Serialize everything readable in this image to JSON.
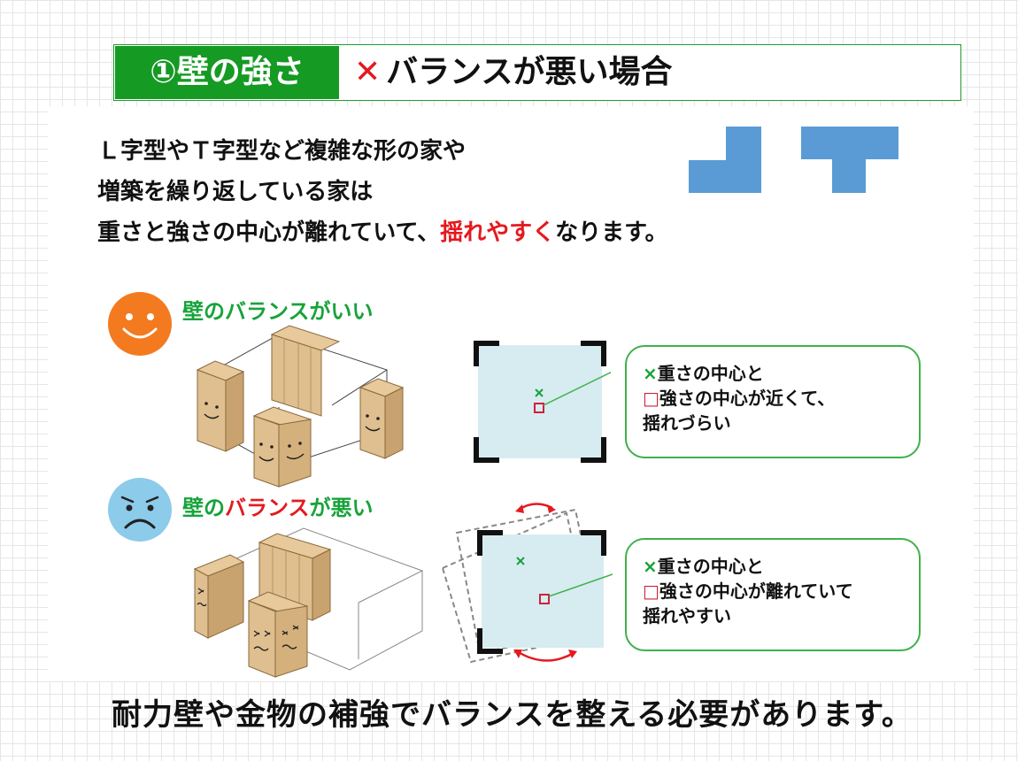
{
  "header": {
    "chip_label": "①壁の強さ",
    "mark": "✕",
    "title": "バランスが悪い場合"
  },
  "intro": {
    "line1": "Ｌ字型やＴ字型など複雑な形の家や",
    "line2": "増築を繰り返している家は",
    "line3_prefix": "重さと強さの中心が離れていて、",
    "line3_highlight": "揺れやすく",
    "line3_suffix": "なります。"
  },
  "good": {
    "label": "壁のバランスがいい",
    "callout": {
      "x_mark": "×",
      "line1": "重さの中心と",
      "sq_mark": "□",
      "line2": "強さの中心が近くて、",
      "line3": "揺れづらい"
    }
  },
  "bad": {
    "label_prefix": "壁の",
    "label_highlight": "バランス",
    "label_suffix": "が悪い",
    "callout": {
      "x_mark": "×",
      "line1": "重さの中心と",
      "sq_mark": "□",
      "line2": "強さの中心が離れていて",
      "line3": "揺れやすい"
    }
  },
  "footer": {
    "text": "耐力壁や金物の補強でバランスを整える必要があります。"
  },
  "colors": {
    "accent_green": "#159a23",
    "alert_red": "#e5191e",
    "shape_blue": "#5b9bd5",
    "wall_tan": "#dfbf8f",
    "plan_fill": "#d7ecf1",
    "happy_face": "#f47a20",
    "sad_face": "#8ccbea"
  }
}
